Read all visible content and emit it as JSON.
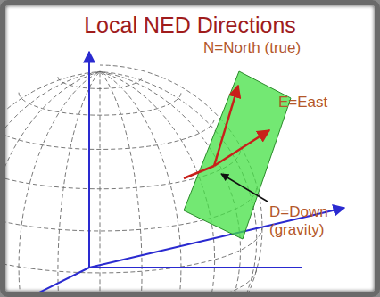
{
  "diagram": {
    "title": "Local NED Directions",
    "labels": [
      "N=North (true)",
      "E=East",
      "D=Down (gravity)"
    ]
  }
}
